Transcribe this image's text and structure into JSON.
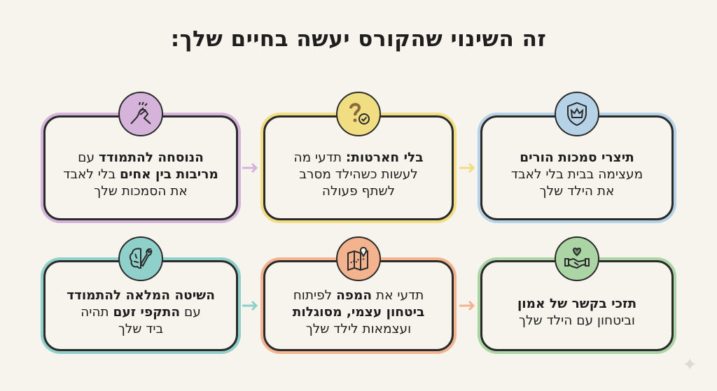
{
  "title": "זה השינוי שהקורס יעשה בחיים שלך:",
  "colors": {
    "background": "#f6f4ed",
    "purple": "#d5b3da",
    "yellow": "#f1de82",
    "blue": "#b6d2e7",
    "teal": "#8fd0cb",
    "orange": "#f3b38e",
    "green": "#abd5a4"
  },
  "cards": [
    {
      "icon": "shield-crown-icon",
      "lines": [
        [
          {
            "t": "תיצרי סמכות הורים",
            "b": true
          }
        ],
        [
          {
            "t": "מעצימה בבית בלי לאבד",
            "b": false
          }
        ],
        [
          {
            "t": "את הילד שלך",
            "b": false
          }
        ]
      ]
    },
    {
      "icon": "question-check-icon",
      "lines": [
        [
          {
            "t": "בלי חארטות:",
            "b": true
          },
          {
            "t": " תדעי מה",
            "b": false
          }
        ],
        [
          {
            "t": "לעשות כשהילד מסרב",
            "b": false
          }
        ],
        [
          {
            "t": "לשתף פעולה",
            "b": false
          }
        ]
      ]
    },
    {
      "icon": "arm-wrestling-icon",
      "lines": [
        [
          {
            "t": "הנוסחה להתמודד",
            "b": true
          },
          {
            "t": " עם",
            "b": false
          }
        ],
        [
          {
            "t": "מריבות בין אחים",
            "b": true
          },
          {
            "t": " בלי לאבד",
            "b": false
          }
        ],
        [
          {
            "t": "את הסמכות שלך",
            "b": false
          }
        ]
      ]
    },
    {
      "icon": "handshake-heart-icon",
      "lines": [
        [
          {
            "t": "תזכי בקשר של אמון",
            "b": true
          }
        ],
        [
          {
            "t": "וביטחון עם הילד שלך",
            "b": false
          }
        ]
      ]
    },
    {
      "icon": "map-pin-icon",
      "lines": [
        [
          {
            "t": "תדעי את ",
            "b": false
          },
          {
            "t": "המפה",
            "b": true
          },
          {
            "t": " לפיתוח",
            "b": false
          }
        ],
        [
          {
            "t": "ביטחון עצמי, מסוגלות",
            "b": true
          }
        ],
        [
          {
            "t": "ועצמאות לילד שלך",
            "b": false
          }
        ]
      ]
    },
    {
      "icon": "brain-wrench-icon",
      "lines": [
        [
          {
            "t": "השיטה המלאה להתמודד",
            "b": true
          }
        ],
        [
          {
            "t": "עם ",
            "b": false
          },
          {
            "t": "התקפי זעם",
            "b": true
          },
          {
            "t": " תהיה",
            "b": false
          }
        ],
        [
          {
            "t": "ביד שלך",
            "b": false
          }
        ]
      ]
    }
  ]
}
